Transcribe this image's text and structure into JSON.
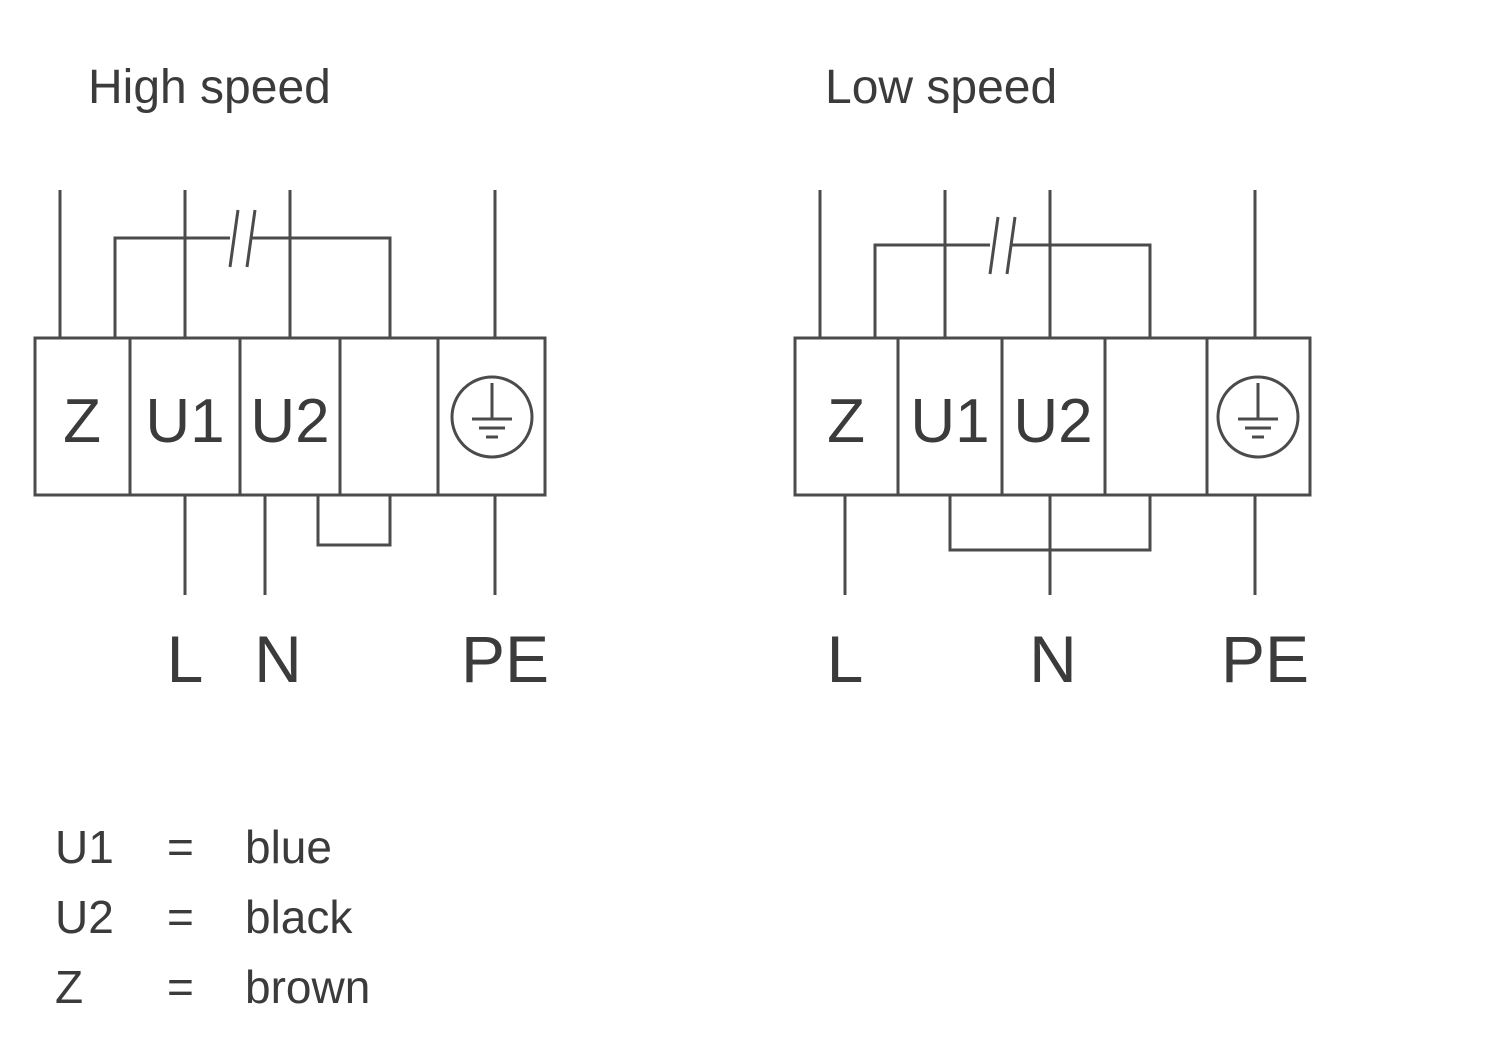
{
  "diagrams": {
    "high": {
      "title": "High speed",
      "terminals": [
        "Z",
        "U1",
        "U2"
      ],
      "lines": {
        "l": "L",
        "n": "N",
        "pe": "PE"
      }
    },
    "low": {
      "title": "Low speed",
      "terminals": [
        "Z",
        "U1",
        "U2"
      ],
      "lines": {
        "l": "L",
        "n": "N",
        "pe": "PE"
      }
    }
  },
  "legend": {
    "rows": [
      {
        "term": "U1",
        "eq": "=",
        "color": "blue"
      },
      {
        "term": "U2",
        "eq": "=",
        "color": "black"
      },
      {
        "term": "Z",
        "eq": "=",
        "color": "brown"
      }
    ]
  },
  "colors": {
    "line": "#4b4b4b",
    "text": "#3b3b3b",
    "background": "#ffffff"
  }
}
